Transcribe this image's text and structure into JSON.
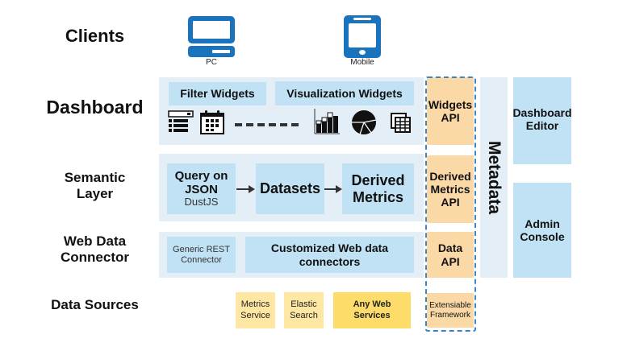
{
  "rows": {
    "clients": "Clients",
    "dashboard": "Dashboard",
    "semantic": [
      "Semantic",
      "Layer"
    ],
    "connector": [
      "Web Data",
      "Connector"
    ],
    "sources": "Data Sources"
  },
  "clients": [
    {
      "label": "PC",
      "icon": "desktop-computer-icon"
    },
    {
      "label": "Mobile",
      "icon": "mobile-phone-icon"
    }
  ],
  "dashboard": {
    "filter_widgets": "Filter Widgets",
    "visualization_widgets": "Visualization Widgets",
    "icons": [
      "filter-list-icon",
      "calendar-icon",
      "ellipsis-dashes",
      "bar-chart-icon",
      "pie-chart-icon",
      "table-grid-icon"
    ]
  },
  "semantic": {
    "query": {
      "line1": "Query on",
      "line2": "JSON",
      "sub": "DustJS"
    },
    "datasets": "Datasets",
    "derived": [
      "Derived",
      "Metrics"
    ]
  },
  "connector": {
    "generic": [
      "Generic REST",
      "Connector"
    ],
    "custom": [
      "Customized Web data",
      "connectors"
    ]
  },
  "sources": [
    {
      "lines": [
        "Metrics",
        "Service"
      ],
      "color": "#fde7a3"
    },
    {
      "lines": [
        "Elastic",
        "Search"
      ],
      "color": "#fde7a3"
    },
    {
      "lines": [
        "Any Web",
        "Services"
      ],
      "color": "#fddc6a"
    }
  ],
  "apis": {
    "widgets": [
      "Widgets",
      "API"
    ],
    "derived": [
      "Derived",
      "Metrics",
      "API"
    ],
    "data": [
      "Data",
      "API"
    ],
    "framework": [
      "Extensiable",
      "Framework"
    ]
  },
  "metadata": "Metadata",
  "right": {
    "editor": [
      "Dashboard",
      "Editor"
    ],
    "admin": [
      "Admin",
      "Console"
    ]
  },
  "colors": {
    "accent_blue": "#1a73bd",
    "panel_bg": "#e4eef7",
    "box_blue": "#c1e2f5",
    "api_orange": "#fbd9a6",
    "dash_blue": "#3a86c8"
  }
}
